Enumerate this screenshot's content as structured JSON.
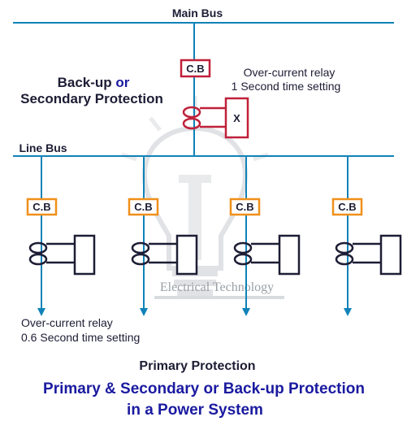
{
  "labels": {
    "main_bus": "Main Bus",
    "line_bus": "Line Bus",
    "backup_line1_a": "Back-up",
    "backup_line1_or": "or",
    "backup_line2": "Secondary Protection",
    "relay_top_line1": "Over-current relay",
    "relay_top_line2": "1 Second time setting",
    "relay_x": "X",
    "relay_bottom_line1": "Over-current relay",
    "relay_bottom_line2": "0.6 Second time setting",
    "primary_protection": "Primary Protection",
    "title_line1": "Primary & Secondary or Back-up Protection",
    "title_line2": "in a Power System",
    "watermark": "Electrical Technology"
  },
  "breaker_label": "C.B",
  "colors": {
    "line": "#0f82b8",
    "dark": "#1d1d35",
    "cb_main": "#c0203a",
    "cb_branch": "#f0901a",
    "relay": "#c0203a",
    "title": "#1a1aa0",
    "or": "#1a1aa0",
    "watermark": "#9aa0a6"
  }
}
